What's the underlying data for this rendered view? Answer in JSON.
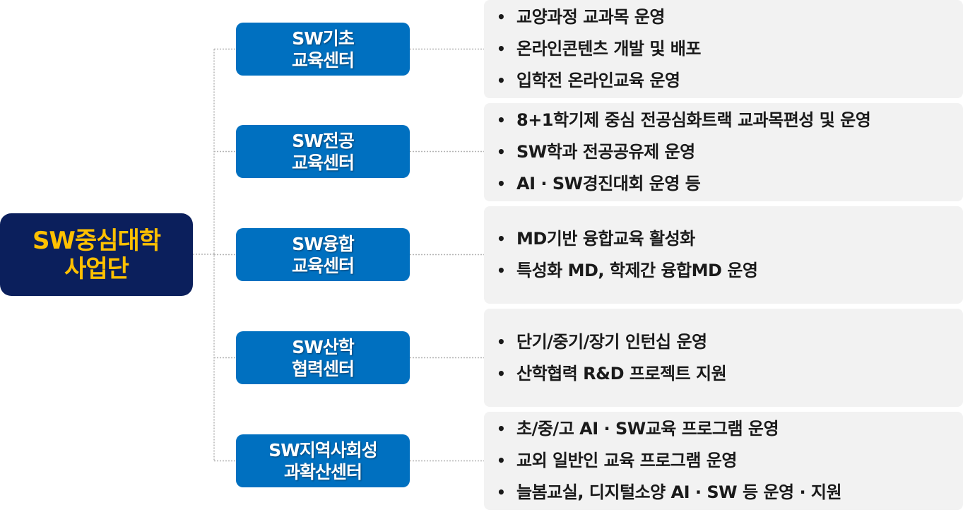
{
  "root": {
    "line1": "SW중심대학",
    "line2": "사업단"
  },
  "colors": {
    "root_bg": "#0b1f5c",
    "root_text": "#ffc000",
    "center_bg": "#0070c0",
    "center_text": "#ffffff",
    "desc_bg": "#f2f2f2",
    "connector": "#b5b5b5"
  },
  "bullet_char": "•",
  "centers": [
    {
      "line1": "SW기초",
      "line2": "교육센터",
      "items": [
        "교양과정 교과목 운영",
        "온라인콘텐츠 개발 및 배포",
        "입학전 온라인교육 운영"
      ]
    },
    {
      "line1": "SW전공",
      "line2": "교육센터",
      "items": [
        "8+1학기제 중심 전공심화트랙 교과목편성 및 운영",
        "SW학과 전공공유제 운영",
        "AI · SW경진대회 운영 등"
      ]
    },
    {
      "line1": "SW융합",
      "line2": "교육센터",
      "items": [
        "MD기반 융합교육 활성화",
        "특성화 MD, 학제간 융합MD 운영"
      ]
    },
    {
      "line1": "SW산학",
      "line2": "협력센터",
      "items": [
        "단기/중기/장기 인턴십 운영",
        "산학협력 R&D 프로젝트 지원"
      ]
    },
    {
      "line1": "SW지역사회성",
      "line2": "과확산센터",
      "items": [
        "초/중/고 AI · SW교육 프로그램 운영",
        "교외 일반인 교육 프로그램 운영",
        "늘봄교실, 디지털소양 AI · SW 등 운영 · 지원"
      ]
    }
  ]
}
